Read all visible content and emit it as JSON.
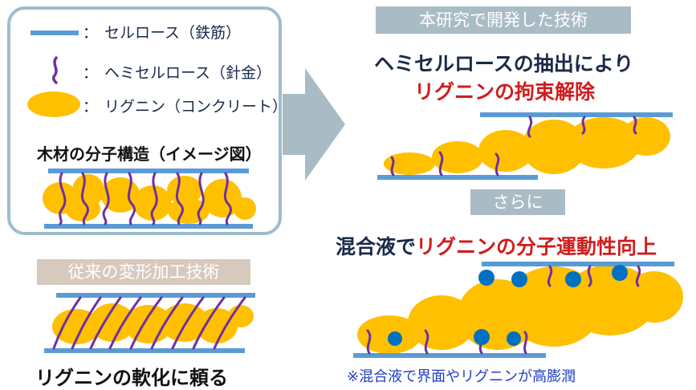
{
  "legend": {
    "items": [
      {
        "sep": "：",
        "label": "セルロース（鉄筋）",
        "icon": "cellulose-bar-icon"
      },
      {
        "sep": "：",
        "label": "ヘミセルロース（針金）",
        "icon": "hemicellulose-wire-icon"
      },
      {
        "sep": "：",
        "label": "リグニン（コンクリート）",
        "icon": "lignin-blob-icon"
      }
    ],
    "wood_caption": "木材の分子構造（イメージ図）"
  },
  "conventional": {
    "banner": "従来の変形加工技術",
    "caption": "リグニンの軟化に頼る"
  },
  "research": {
    "banner": "本研究で開発した技術",
    "line1": "ヘミセルロースの抽出により",
    "line2": "リグニンの拘束解除"
  },
  "further": {
    "banner": "さらに",
    "prefix": "混合液で",
    "red": "リグニンの分子運動性向上",
    "note": "※混合液で界面やリグニンが高膨潤"
  },
  "colors": {
    "cellulose": "#5b9bd5",
    "hemicellulose": "#7030a0",
    "lignin": "#ffc000",
    "liquid": "#0070c0",
    "box_border": "#9fbccb",
    "arrow": "#a9bcc6",
    "banner": "#a9bcc6",
    "banner_tan": "#d8c9bd",
    "red_text": "#d01d1d"
  }
}
